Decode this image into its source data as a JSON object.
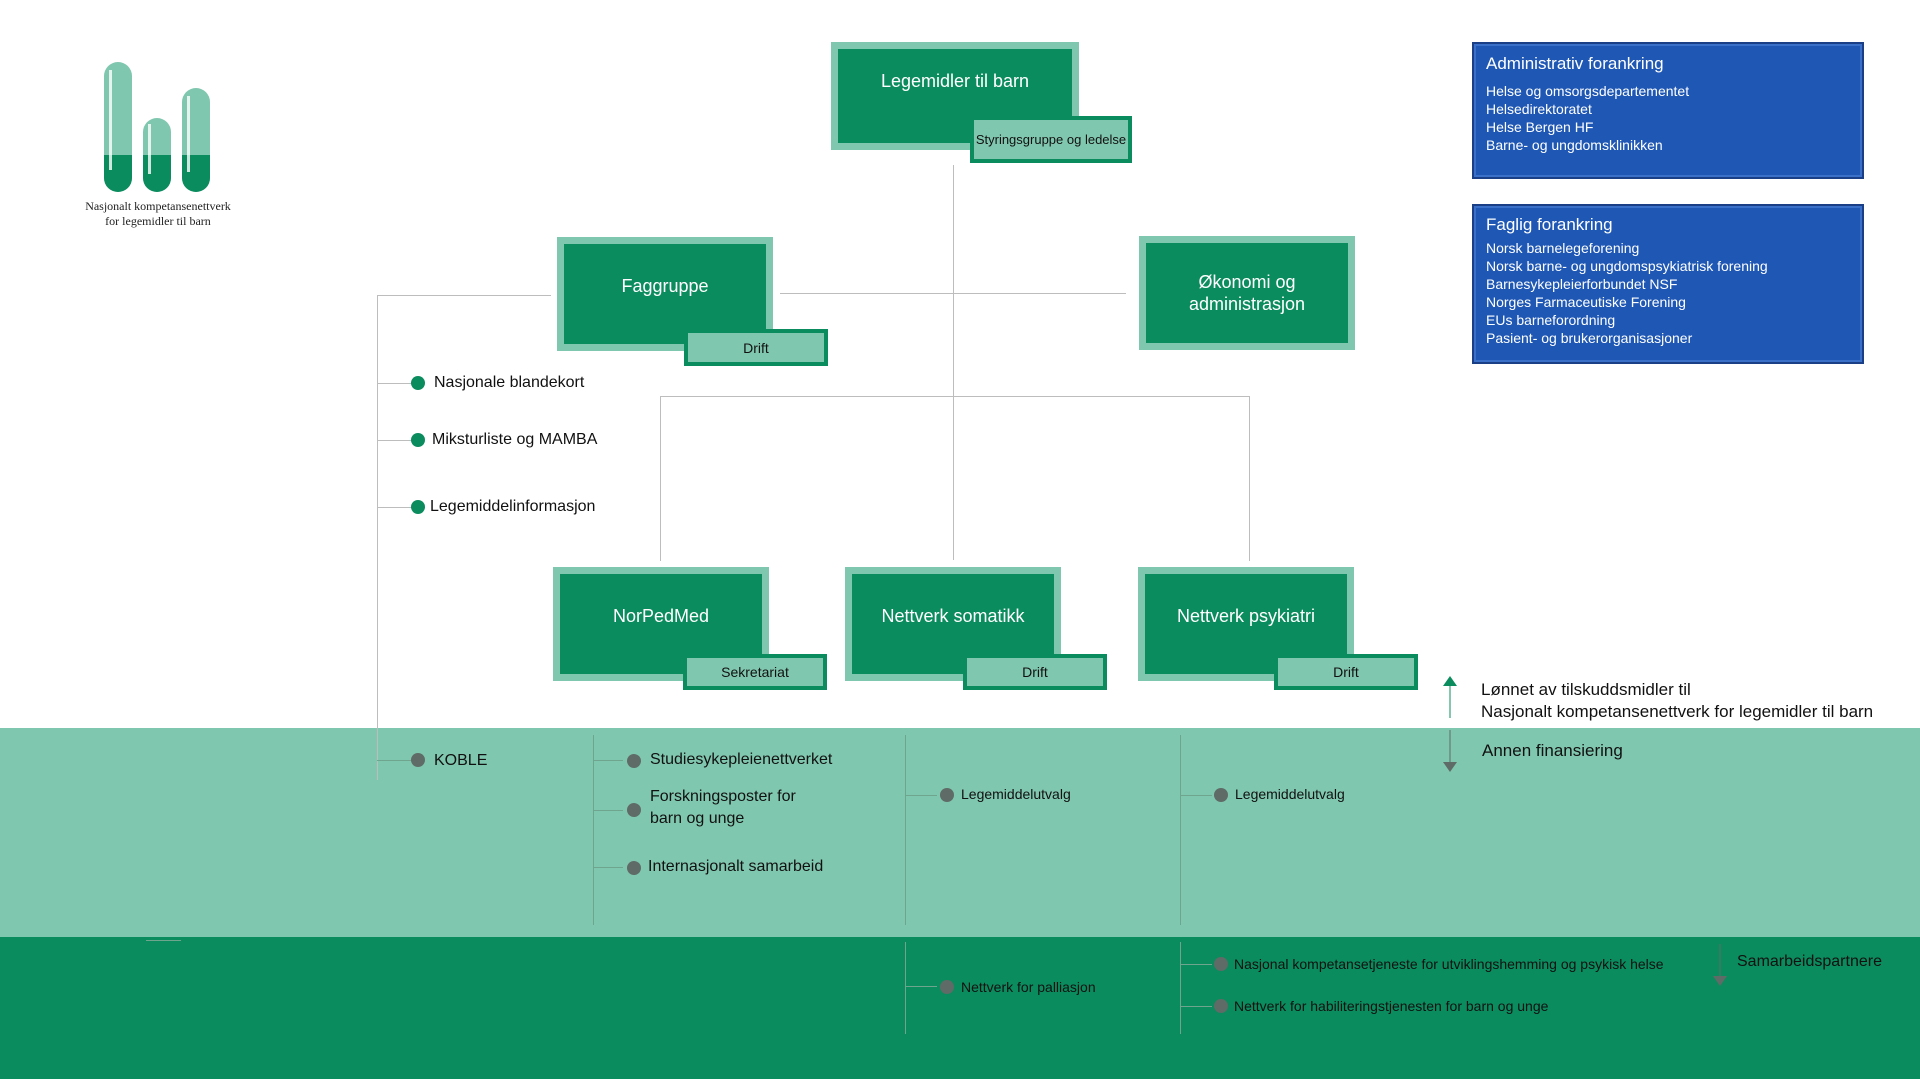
{
  "logo": {
    "line1": "Nasjonalt kompetansenettverk",
    "line2": "for legemidler til barn"
  },
  "nodes": {
    "top": {
      "label": "Legemidler til barn",
      "tag": "Styringsgruppe og ledelse"
    },
    "faggruppe": {
      "label": "Faggruppe",
      "tag": "Drift"
    },
    "okonomi": {
      "label_line1": "Økonomi og",
      "label_line2": "administrasjon"
    },
    "norpedmed": {
      "label": "NorPedMed",
      "tag": "Sekretariat"
    },
    "somatikk": {
      "label": "Nettverk somatikk",
      "tag": "Drift"
    },
    "psykiatri": {
      "label": "Nettverk psykiatri",
      "tag": "Drift"
    }
  },
  "faggruppe_items": [
    "Nasjonale blandekort",
    "Miksturliste og MAMBA",
    "Legemiddelinformasjon"
  ],
  "koble": "KOBLE",
  "norpedmed_items": [
    "Studiesykepleienettverket",
    "Forskningsposter for",
    "barn og unge",
    "Internasjonalt samarbeid"
  ],
  "somatikk_item": "Legemiddelutvalg",
  "psykiatri_item": "Legemiddelutvalg",
  "palliasjon": "Nettverk for palliasjon",
  "samarbeid_items": [
    "Nasjonal kompetansetjeneste for utviklingshemming og psykisk helse",
    "Nettverk for habiliteringstjenesten for barn og unge"
  ],
  "legend": {
    "funded_line1": "Lønnet av tilskuddsmidler til",
    "funded_line2": "Nasjonalt kompetansenettverk for legemidler til barn",
    "other": "Annen finansiering",
    "partners": "Samarbeidspartnere"
  },
  "admin_box": {
    "title": "Administrativ forankring",
    "items": [
      "Helse og omsorgsdepartementet",
      "Helsedirektoratet",
      "Helse Bergen HF",
      "Barne- og ungdomsklinikken"
    ]
  },
  "faglig_box": {
    "title": "Faglig forankring",
    "items": [
      "Norsk barnelegeforening",
      "Norsk barne- og ungdomspsykiatrisk forening",
      "Barnesykepleierforbundet NSF",
      "Norges Farmaceutiske Forening",
      "EUs barneforordning",
      "Pasient- og brukerorganisasjoner"
    ]
  },
  "colors": {
    "dark_green": "#0b8c5e",
    "light_green": "#80c7b0",
    "blue": "#1f57b5",
    "grey_dot": "#5f6b67"
  }
}
